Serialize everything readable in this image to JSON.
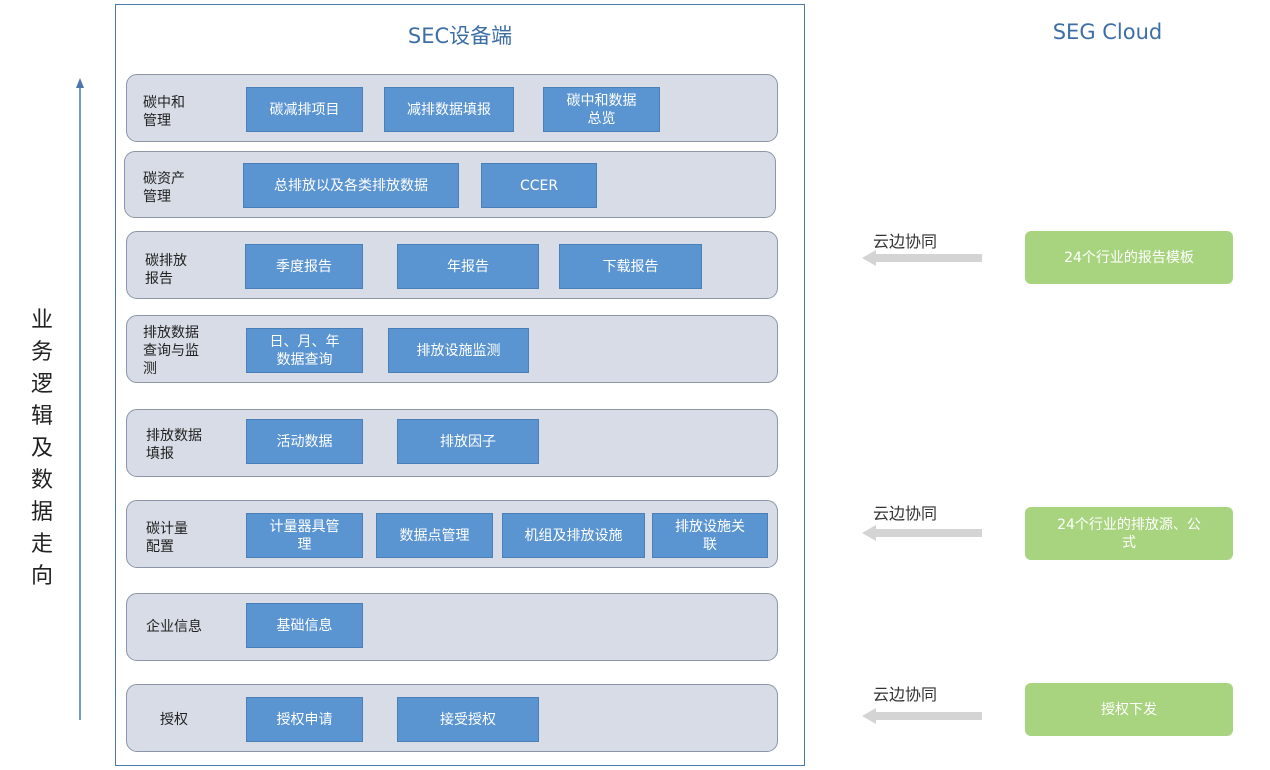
{
  "sec": {
    "title": "SEC设备端"
  },
  "cloud": {
    "title": "SEG Cloud"
  },
  "flow": {
    "label": [
      "业",
      "务",
      "逻",
      "辑",
      "及",
      "数",
      "据",
      "走",
      "向"
    ]
  },
  "rows": [
    {
      "label": [
        "碳中和",
        "管理"
      ],
      "chips": [
        [
          "碳减排项目"
        ],
        [
          "减排数据填报"
        ],
        [
          "碳中和数据",
          "总览"
        ]
      ]
    },
    {
      "label": [
        "碳资产",
        "管理"
      ],
      "chips": [
        [
          "总排放以及各类排放数据"
        ],
        [
          "CCER"
        ]
      ]
    },
    {
      "label": [
        "碳排放",
        "报告"
      ],
      "chips": [
        [
          "季度报告"
        ],
        [
          "年报告"
        ],
        [
          "下载报告"
        ]
      ]
    },
    {
      "label": [
        "排放数据",
        "查询与监",
        "测"
      ],
      "chips": [
        [
          "日、月、年",
          "数据查询"
        ],
        [
          "排放设施监测"
        ]
      ]
    },
    {
      "label": [
        "排放数据",
        "填报"
      ],
      "chips": [
        [
          "活动数据"
        ],
        [
          "排放因子"
        ]
      ]
    },
    {
      "label": [
        "碳计量",
        "配置"
      ],
      "chips": [
        [
          "计量器具管",
          "理"
        ],
        [
          "数据点管理"
        ],
        [
          "机组及排放设施"
        ],
        [
          "排放设施关",
          "联"
        ]
      ]
    },
    {
      "label": [
        "企业信息"
      ],
      "chips": [
        [
          "基础信息"
        ]
      ]
    },
    {
      "label": [
        "授权"
      ],
      "chips": [
        [
          "授权申请"
        ],
        [
          "接受授权"
        ]
      ]
    }
  ],
  "sync": [
    {
      "label": "云边协同",
      "box": [
        "24个行业的报告模板"
      ]
    },
    {
      "label": "云边协同",
      "box": [
        "24个行业的排放源、公",
        "式"
      ]
    },
    {
      "label": "云边协同",
      "box": [
        "授权下发"
      ]
    }
  ],
  "colors": {
    "frame": "#4a78ab",
    "row_bg": "#d7dce6",
    "chip": "#5a95d2",
    "cloud_box": "#a9d47f",
    "sync_arrow": "#d4d4d4"
  }
}
